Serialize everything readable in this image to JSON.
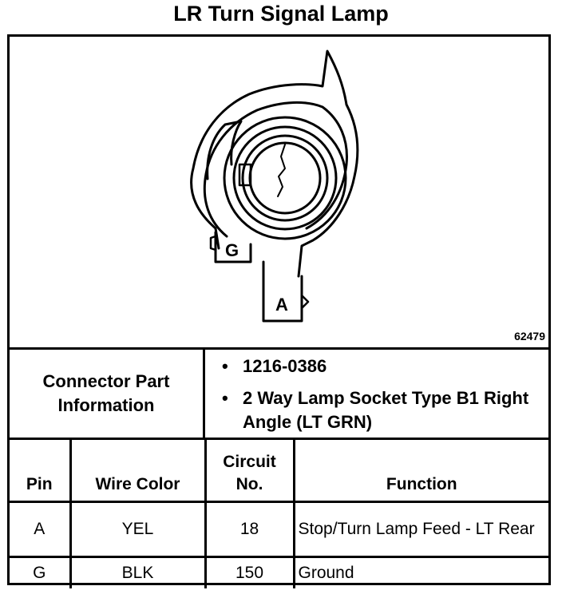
{
  "title": "LR Turn Signal Lamp",
  "figure": {
    "number": "62479",
    "terminal_labels": [
      "G",
      "A"
    ]
  },
  "connector_info": {
    "label_line1": "Connector Part",
    "label_line2": "Information",
    "items": [
      "1216-0386",
      "2 Way Lamp Socket Type B1 Right Angle (LT GRN)"
    ]
  },
  "table": {
    "headers": {
      "pin": "Pin",
      "wire_color": "Wire Color",
      "circuit_line1": "Circuit",
      "circuit_line2": "No.",
      "function": "Function"
    },
    "rows": [
      {
        "pin": "A",
        "wire_color": "YEL",
        "circuit": "18",
        "function": "Stop/Turn Lamp Feed - LT Rear"
      },
      {
        "pin": "G",
        "wire_color": "BLK",
        "circuit": "150",
        "function": "Ground"
      }
    ]
  }
}
